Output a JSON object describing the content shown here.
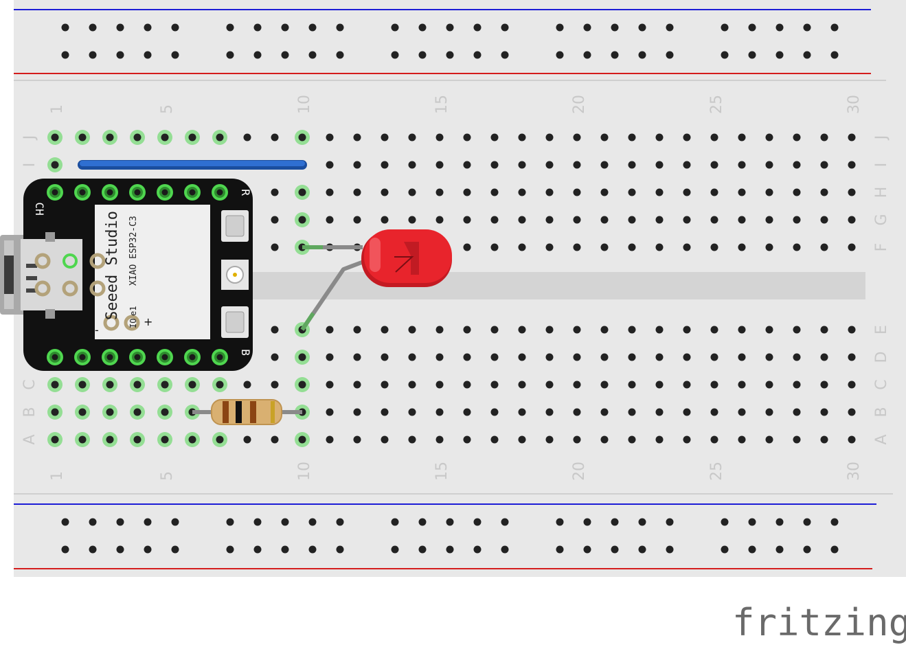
{
  "brand": "fritzing",
  "breadboard": {
    "column_labels": [
      "1",
      "5",
      "10",
      "15",
      "20",
      "25",
      "30"
    ],
    "top_row_labels": [
      "J",
      "I",
      "H",
      "G",
      "F"
    ],
    "bottom_row_labels": [
      "E",
      "D",
      "C",
      "B",
      "A"
    ],
    "colors": {
      "body": "#e8e8e8",
      "rail_blue": "#1c1cd6",
      "rail_red": "#d41c1c",
      "hole": "#222222",
      "connected": "#4fd64f"
    }
  },
  "board": {
    "brand_text": "Seeed Studio",
    "model_text": "XIAO  ESP32-C3",
    "prefix_text": "IO",
    "el_text": "e1",
    "ch_label": "CH",
    "reset_label": "R",
    "boot_label": "B",
    "minus_label": "-",
    "plus_label": "+"
  },
  "components": {
    "led_color": "#e8242c",
    "wire_color": "#2f6fd1",
    "resistor_color": "#d9b071"
  }
}
